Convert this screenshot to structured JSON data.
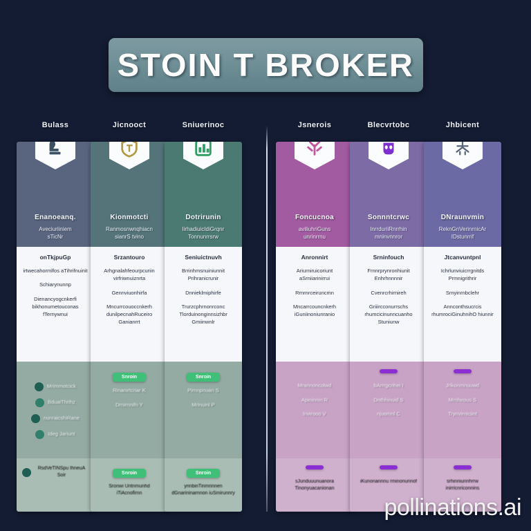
{
  "page": {
    "background_color": "#141c33",
    "watermark": "pollinations.ai"
  },
  "header": {
    "title": "STOIN T BROKER",
    "banner_color": "#6d8d95"
  },
  "divider": {
    "name": "vertical-section-divider",
    "color": "#e6eefa"
  },
  "columns": [
    {
      "label": "Bulass",
      "icon_name": "seat-figure-icon",
      "icon_color": "#3c5264",
      "accent": "#5d6b8a",
      "head_color": "#59657f",
      "feat_color": "#93aba2",
      "foot_color": "#a9bdb4",
      "pill_color": "#3fbf77",
      "head_title": "Enanoeanq.",
      "head_sub": "Aveciuriiniem\\nsTicNr",
      "body_head": "onTkjpuGp",
      "body_lines": [
        "irtwecahormlfos aTihrifnuinit",
        "Schiarynunnp",
        "Dienancyogcnkerfi bikhonumetouconas fTernywnui"
      ],
      "pill_label": "",
      "feat_lines": [
        "Mrimmotcick",
        "BduaiThrihz",
        "nunraicshiRane",
        "Ideg Jariunt"
      ],
      "foot_lines": [
        "RsdVeTINSpu IhneuA Soir"
      ]
    },
    {
      "label": "Jicnooct",
      "icon_name": "gold-shield-icon",
      "icon_color": "#b19a42",
      "accent": "#5e7c7e",
      "head_color": "#54747a",
      "feat_color": "#93aba2",
      "foot_color": "#a9bdb4",
      "pill_color": "#3fbf77",
      "head_title": "Kionmotcti",
      "head_sub": "Ranmosnwnqhiacn\\nsianrS tvino",
      "body_head": "Srzantouro",
      "body_lines": [
        "Arhgnalahfeourpcuriin virfriwnuiznrta",
        "Gennviuonhirfa",
        "Mncurrcouoccnkerh dunilpecnahRuceiro Ganianrrt"
      ],
      "pill_label": "Snroin",
      "feat_lines": [
        "Rinanirtcriar K",
        "Drnirnnifn Y"
      ],
      "foot_lines": [
        "Sronwi Untnmunhd iTiAcnofirnn"
      ]
    },
    {
      "label": "Sniuerinoc",
      "icon_name": "green-chart-icon",
      "icon_color": "#2f9d63",
      "accent": "#4e7a70",
      "head_color": "#4a7a72",
      "feat_color": "#93aba2",
      "foot_color": "#a9bdb4",
      "pill_color": "#3fbf77",
      "head_title": "Dotrirunin",
      "head_sub": "lirhadiuicIdiGrqnr\\nTonnunrrsrw",
      "body_head": "Seniuictnuvh",
      "body_lines": [
        "Brrinhmsnuiniunnit Prihranicrunir",
        "Dnnieklmiphirfe",
        "Trurzcphrnonrconc Tlorduinonginnsizhbr Gmiinwnlr"
      ],
      "pill_label": "Snroin",
      "feat_lines": [
        "Pirnnpnuan S",
        "Mrinuinl P"
      ],
      "foot_lines": [
        "yrinbinTinmrinnen dGnarininarnnon iuSmirunnry"
      ]
    },
    {
      "label": "Jsnerois",
      "icon_name": "pink-burst-icon",
      "icon_color": "#c4549e",
      "accent": "#9e5e9c",
      "head_color": "#a25ba0",
      "feat_color": "#c9a3c6",
      "foot_color": "#cfb0cd",
      "pill_color": "#8b2fd4",
      "head_title": "Foncucnoa",
      "head_sub": "aviliuhriGuns\\nunrinrrnu",
      "body_head": "Anronnirt",
      "body_lines": [
        "Ariurniruicoriunt aSrniiarinirrui",
        "Rrnrnrceiruncmn",
        "Mncarrcouncnkerh iGuniinoniunranio"
      ],
      "pill_label": "",
      "feat_lines": [
        "Mrannoncolwd",
        "Apininnin  R",
        "lnvirooo  V"
      ],
      "foot_lines": [
        "sJunduuunuanora Tinonyuacanionan"
      ]
    },
    {
      "label": "Blecvrtobc",
      "icon_name": "purple-mask-icon",
      "icon_color": "#7d2fd0",
      "accent": "#8e6aa8",
      "head_color": "#7d6ba6",
      "feat_color": "#c9a3c6",
      "foot_color": "#cfb0cd",
      "pill_color": "#8b2fd4",
      "head_title": "Sonnntcrwc",
      "head_sub": "lnrrduriiRnrrhin\\nmninvnnror",
      "body_head": "Srninfouch",
      "body_lines": [
        "Frnnrprynronhiunit Enhrhnnnnir",
        "Cvenrcrhirnireh",
        "Griiircconurrschs rhumcicinunncuanho Stuniunw"
      ],
      "pill_label": "",
      "feat_lines": [
        "bArrrgcnhei I",
        "Dnthhinuid  S",
        "njuomnl  C"
      ],
      "foot_lines": [
        "iKunonannnu rminonurinof"
      ]
    },
    {
      "label": "Jhbicent",
      "icon_name": "silver-star-icon",
      "icon_color": "#59657a",
      "accent": "#8e6aa8",
      "head_color": "#6c6aa4",
      "feat_color": "#c9a3c6",
      "foot_color": "#cfb0cd",
      "pill_color": "#8b2fd4",
      "head_title": "DNraunvmin",
      "head_sub": "ReknGnVerinrnicAr\\nIDstunrrif",
      "body_head": "Jtcanvuntpnl",
      "body_lines": [
        "Ichrlunviuicrrgnitds Prmnigrithrir",
        "Srnyinrnbclehr",
        "Annconthsucrcis rhumrociGinuhnihO hiunnir"
      ],
      "pill_label": "",
      "feat_lines": [
        "Jrikonmnuuwd",
        "Mrnhirous  S",
        "Trynvirniciint"
      ],
      "foot_lines": [
        "srhinriiurinhrrw inirricnriconnins"
      ]
    }
  ]
}
